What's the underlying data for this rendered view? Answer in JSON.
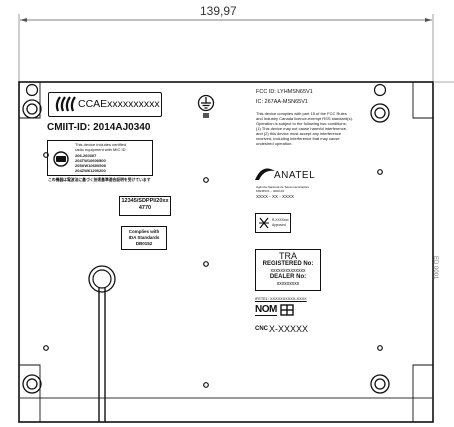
{
  "dimension": {
    "width_label": "139,97"
  },
  "ccae": {
    "label": "CCAExxxxxxxxxx"
  },
  "cmiit": {
    "label": "CMIIT-ID: 2014AJ0340"
  },
  "fcc": {
    "fcc_id": "FCC ID: LYHMSN65V1",
    "ic": "IC: 267AA-MSN65V1",
    "statement": [
      "This device complies with part 15 of the FCC Rules",
      "and Industry Canada licence-exempt RSS standard(s).",
      "Operation is subject to the following two conditions:",
      "(1) This device may not cause harmful interference,",
      "and (2) this device must accept any interference",
      "received, including interference that may cause",
      "undesired operation."
    ]
  },
  "japan": {
    "header": [
      "This device includes certified",
      "radio equipment with MIC ID"
    ],
    "codes": [
      "206-260307",
      "204TW10600500",
      "205XW10600500",
      "204ZW61200200"
    ],
    "footer": "この機器は電波法に基づく技術基準適合証明を受けています"
  },
  "sdppi": {
    "lines": [
      "12345/SDPPI/20xx",
      "4770"
    ]
  },
  "ida": {
    "lines": [
      "Complies with",
      "IDA Standards",
      "DB0152"
    ]
  },
  "anatel": {
    "brand": "ANATEL",
    "subtitle": [
      "Agência Nacional de Telecomunicações",
      "MSN65V1 – 0000-00"
    ],
    "code": "XXXX - XX - XXXX"
  },
  "approval": {
    "lines": [
      "R-XXXXxxx",
      "Approved"
    ]
  },
  "tra": {
    "title": "TRA",
    "registered_label": "REGISTERED No:",
    "registered_value": "xxxxxxxxxxxxxx",
    "dealer_label": "DEALER No:",
    "dealer_value": "xxxxxxxxx"
  },
  "ifetel": {
    "label": "IFETEL: XXXXXXXXXX-XXXX"
  },
  "nom": {
    "label": "NOM"
  },
  "cnc": {
    "mark": "CNC",
    "code": "X-XXXXX"
  },
  "side_text": {
    "label": "ED 0001"
  },
  "colors": {
    "line": "#111111",
    "dim": "#555555"
  }
}
